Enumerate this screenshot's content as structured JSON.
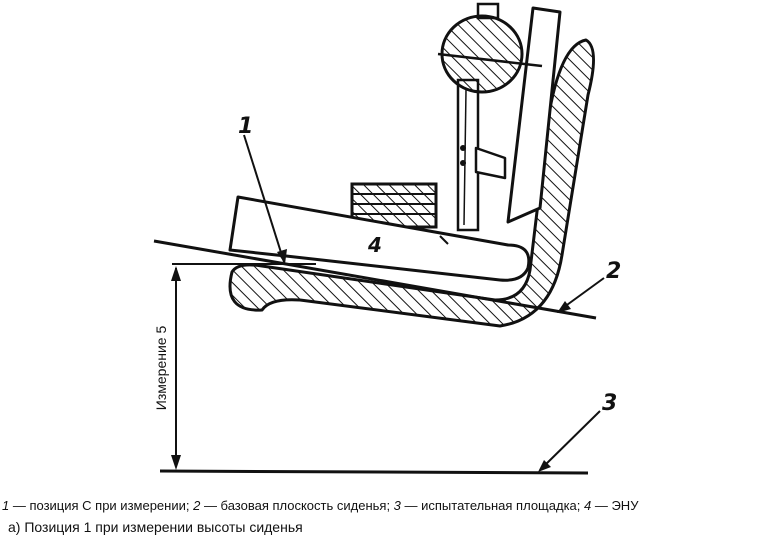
{
  "callouts": {
    "c1": "1",
    "c2": "2",
    "c3": "3",
    "c4": "4"
  },
  "dimension_label": "Измерение 5",
  "legend": [
    {
      "num": "1",
      "text": " — позиция С при измерении; "
    },
    {
      "num": "2",
      "text": " — базовая плоскость сиденья; "
    },
    {
      "num": "3",
      "text": " — испытательная площадка; "
    },
    {
      "num": "4",
      "text": " — ЭНУ"
    }
  ],
  "caption": "а) Позиция 1 при измерении высоты сиденья",
  "colors": {
    "ink": "#111111",
    "background": "#ffffff"
  }
}
